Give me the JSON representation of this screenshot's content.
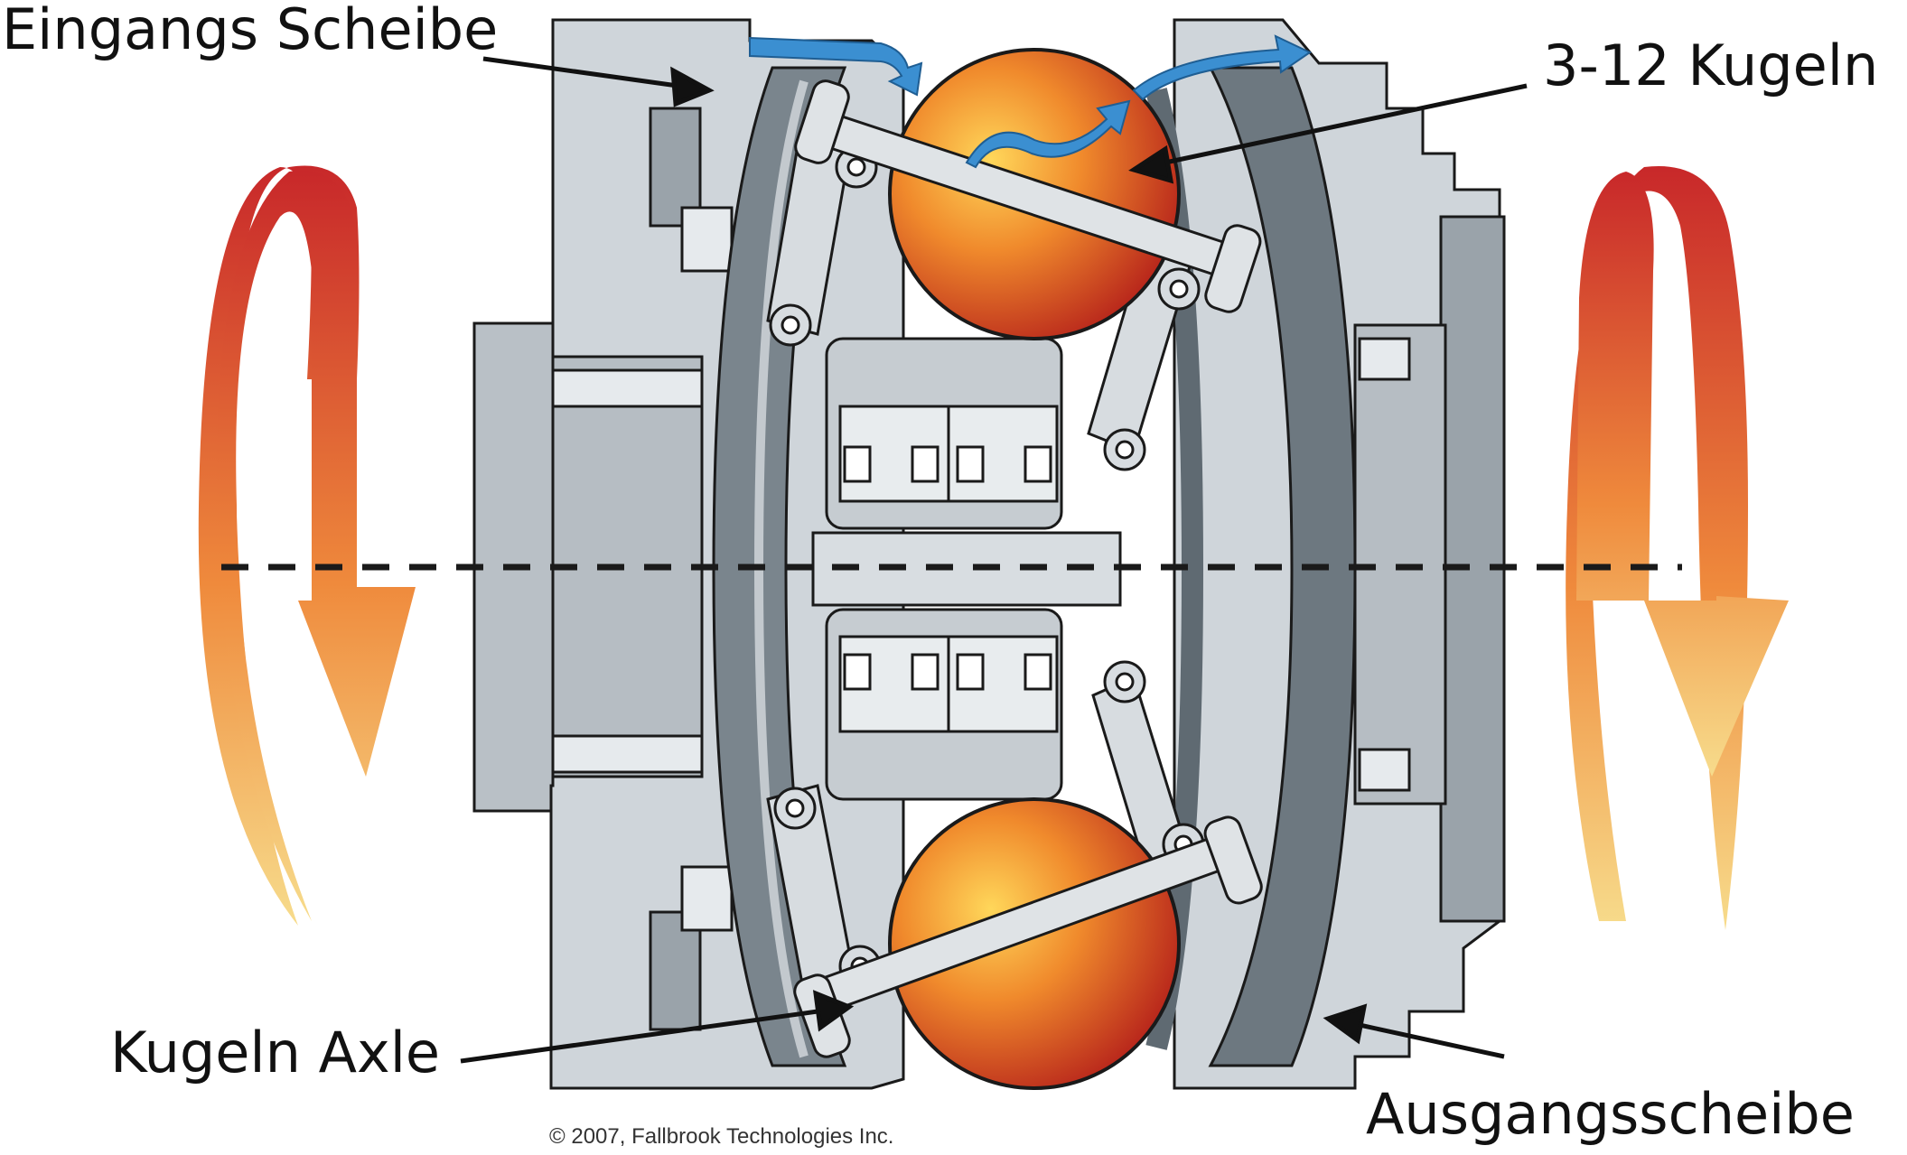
{
  "labels": {
    "input_disc": "Eingangs Scheibe",
    "balls": "3-12 Kugeln",
    "ball_axle": "Kugeln Axle",
    "output_disc": "Ausgangsscheibe"
  },
  "copyright": "© 2007, Fallbrook Technologies Inc.",
  "colors": {
    "housing": "#cdd3d8",
    "housing_dark": "#8e979f",
    "disc_dark": "#6d7880",
    "ball_light": "#f6b040",
    "ball_dark": "#c0301e",
    "flow_arrow": "#3b8fd1",
    "rotation_arrow_light": "#f7dc8c",
    "rotation_arrow_dark": "#c8282a",
    "outline": "#1a1a1a"
  },
  "icons": [
    "rotation-arrow-icon",
    "flow-arrow-icon",
    "ball-icon"
  ]
}
